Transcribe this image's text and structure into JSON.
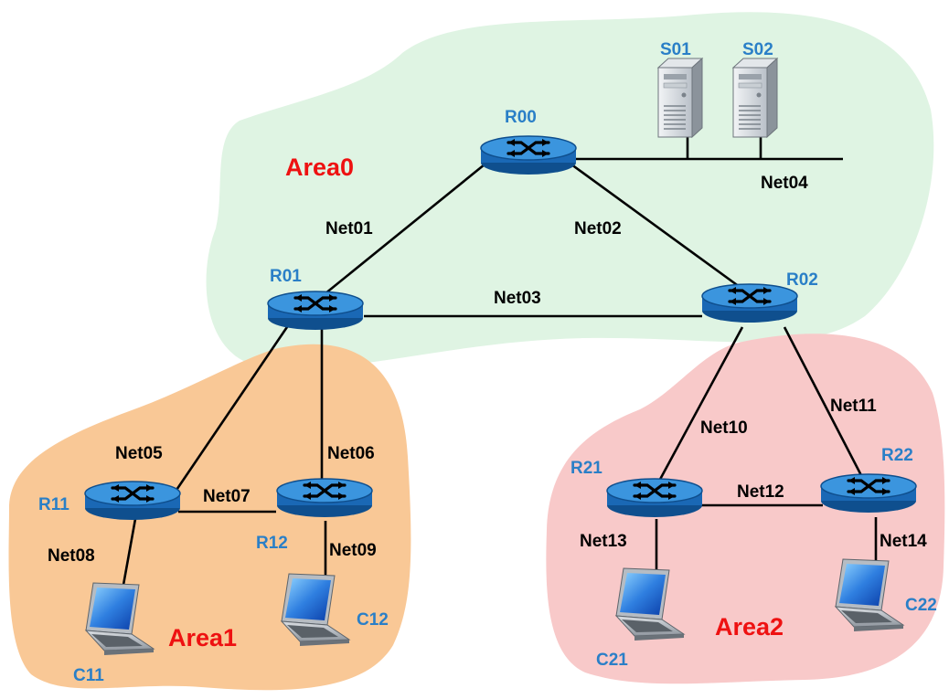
{
  "colors": {
    "area0_fill": "#dff4e3",
    "area1_fill": "#f9c896",
    "area2_fill": "#f8c9c9",
    "area_label": "#ee1111",
    "node_label": "#2a7fc7",
    "net_label": "#000000",
    "router_body": "#1a68b5",
    "router_top": "#2f8bd9"
  },
  "areas": [
    {
      "id": "area0",
      "label": "Area0"
    },
    {
      "id": "area1",
      "label": "Area1"
    },
    {
      "id": "area2",
      "label": "Area2"
    }
  ],
  "routers": [
    {
      "id": "R00",
      "label": "R00",
      "icon": "router-icon"
    },
    {
      "id": "R01",
      "label": "R01",
      "icon": "router-icon"
    },
    {
      "id": "R02",
      "label": "R02",
      "icon": "router-icon"
    },
    {
      "id": "R11",
      "label": "R11",
      "icon": "router-icon"
    },
    {
      "id": "R12",
      "label": "R12",
      "icon": "router-icon"
    },
    {
      "id": "R21",
      "label": "R21",
      "icon": "router-icon"
    },
    {
      "id": "R22",
      "label": "R22",
      "icon": "router-icon"
    }
  ],
  "servers": [
    {
      "id": "S01",
      "label": "S01",
      "icon": "server-icon"
    },
    {
      "id": "S02",
      "label": "S02",
      "icon": "server-icon"
    }
  ],
  "clients": [
    {
      "id": "C11",
      "label": "C11",
      "icon": "laptop-icon"
    },
    {
      "id": "C12",
      "label": "C12",
      "icon": "laptop-icon"
    },
    {
      "id": "C21",
      "label": "C21",
      "icon": "laptop-icon"
    },
    {
      "id": "C22",
      "label": "C22",
      "icon": "laptop-icon"
    }
  ],
  "networks": [
    {
      "id": "net01",
      "label": "Net01",
      "connects": [
        "R00",
        "R01"
      ]
    },
    {
      "id": "net02",
      "label": "Net02",
      "connects": [
        "R00",
        "R02"
      ]
    },
    {
      "id": "net03",
      "label": "Net03",
      "connects": [
        "R01",
        "R02"
      ]
    },
    {
      "id": "net04",
      "label": "Net04",
      "connects": [
        "R00",
        "S01",
        "S02"
      ]
    },
    {
      "id": "net05",
      "label": "Net05",
      "connects": [
        "R01",
        "R11"
      ]
    },
    {
      "id": "net06",
      "label": "Net06",
      "connects": [
        "R01",
        "R12"
      ]
    },
    {
      "id": "net07",
      "label": "Net07",
      "connects": [
        "R11",
        "R12"
      ]
    },
    {
      "id": "net08",
      "label": "Net08",
      "connects": [
        "R11",
        "C11"
      ]
    },
    {
      "id": "net09",
      "label": "Net09",
      "connects": [
        "R12",
        "C12"
      ]
    },
    {
      "id": "net10",
      "label": "Net10",
      "connects": [
        "R02",
        "R21"
      ]
    },
    {
      "id": "net11",
      "label": "Net11",
      "connects": [
        "R02",
        "R22"
      ]
    },
    {
      "id": "net12",
      "label": "Net12",
      "connects": [
        "R21",
        "R22"
      ]
    },
    {
      "id": "net13",
      "label": "Net13",
      "connects": [
        "R21",
        "C21"
      ]
    },
    {
      "id": "net14",
      "label": "Net14",
      "connects": [
        "R22",
        "C22"
      ]
    }
  ]
}
